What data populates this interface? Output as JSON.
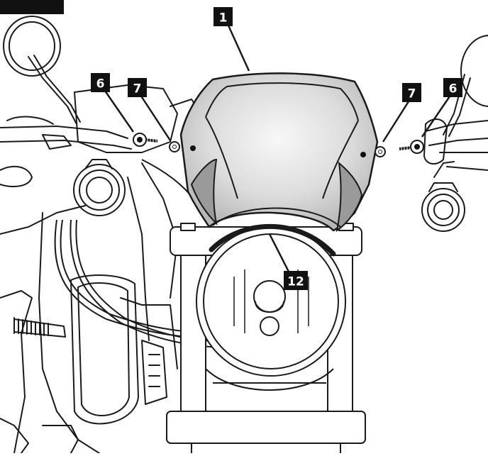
{
  "diagram": {
    "callouts": {
      "windscreen": "1",
      "bolt_left": "6",
      "washer_left": "7",
      "washer_right": "7",
      "bolt_right": "6",
      "edge_trim": "12"
    }
  },
  "colors": {
    "line": "#1a1a1a",
    "callout_box": "#111111",
    "callout_text": "#ffffff",
    "screen_fill": "#d6d6d6",
    "screen_highlight": "#f4f4f4",
    "background": "#ffffff"
  }
}
